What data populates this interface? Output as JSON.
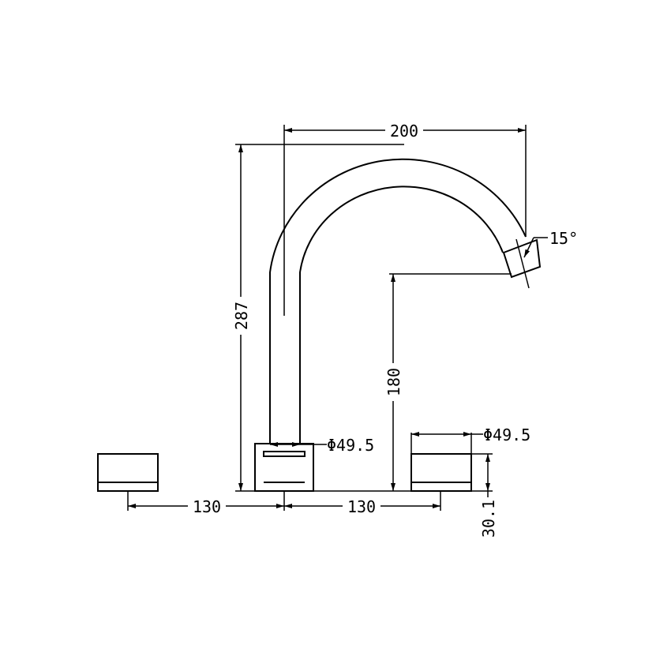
{
  "dimensions": {
    "spout_reach": "200",
    "total_height": "287",
    "spout_angle": "15°",
    "outlet_height": "180",
    "left_spacing": "130",
    "right_spacing": "130",
    "spout_base_diameter": "Φ49.5",
    "handle_diameter": "Φ49.5",
    "handle_height": "30.1"
  }
}
